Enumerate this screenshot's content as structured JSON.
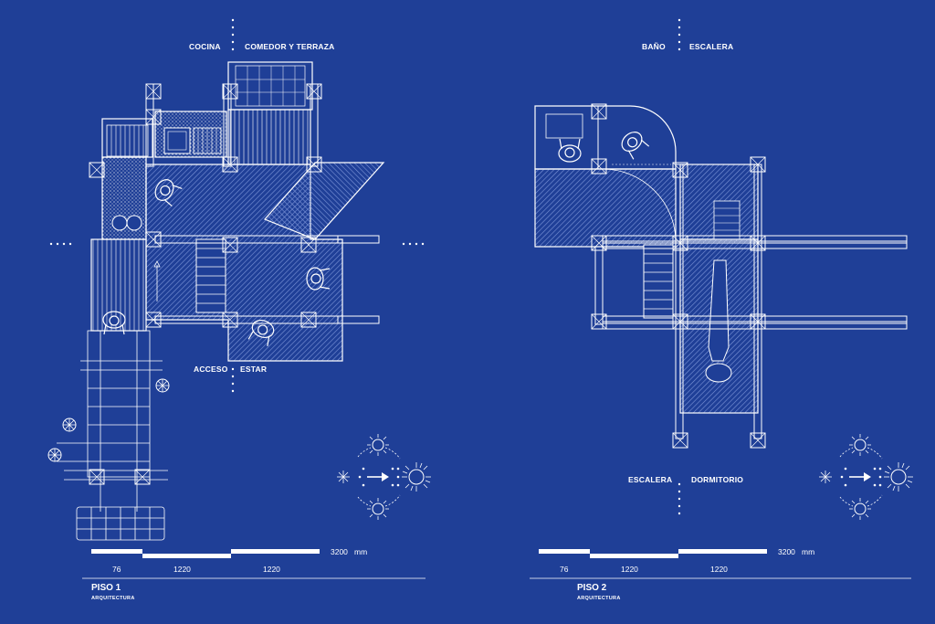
{
  "colors": {
    "background": "#1f3f97",
    "lines": "#ffffff",
    "hatch": "#7d95d8"
  },
  "floor1": {
    "title": "PISO 1",
    "subtitle": "ARQUITECTURA",
    "labels": {
      "cocina": "COCINA",
      "comedor": "COMEDOR Y TERRAZA",
      "acceso": "ACCESO",
      "estar": "ESTAR"
    },
    "scale": {
      "s1": "76",
      "s2": "1220",
      "s3": "1220",
      "total": "3200",
      "unit": "mm"
    }
  },
  "floor2": {
    "title": "PISO 2",
    "subtitle": "ARQUITECTURA",
    "labels": {
      "bano": "BAÑO",
      "escalera_top": "ESCALERA",
      "escalera_bottom": "ESCALERA",
      "dormitorio": "DORMITORIO"
    },
    "scale": {
      "s1": "76",
      "s2": "1220",
      "s3": "1220",
      "total": "3200",
      "unit": "mm"
    }
  },
  "icons": [
    "sun-path-icon",
    "person-icon",
    "plant-icon",
    "compass-arrow-icon"
  ]
}
